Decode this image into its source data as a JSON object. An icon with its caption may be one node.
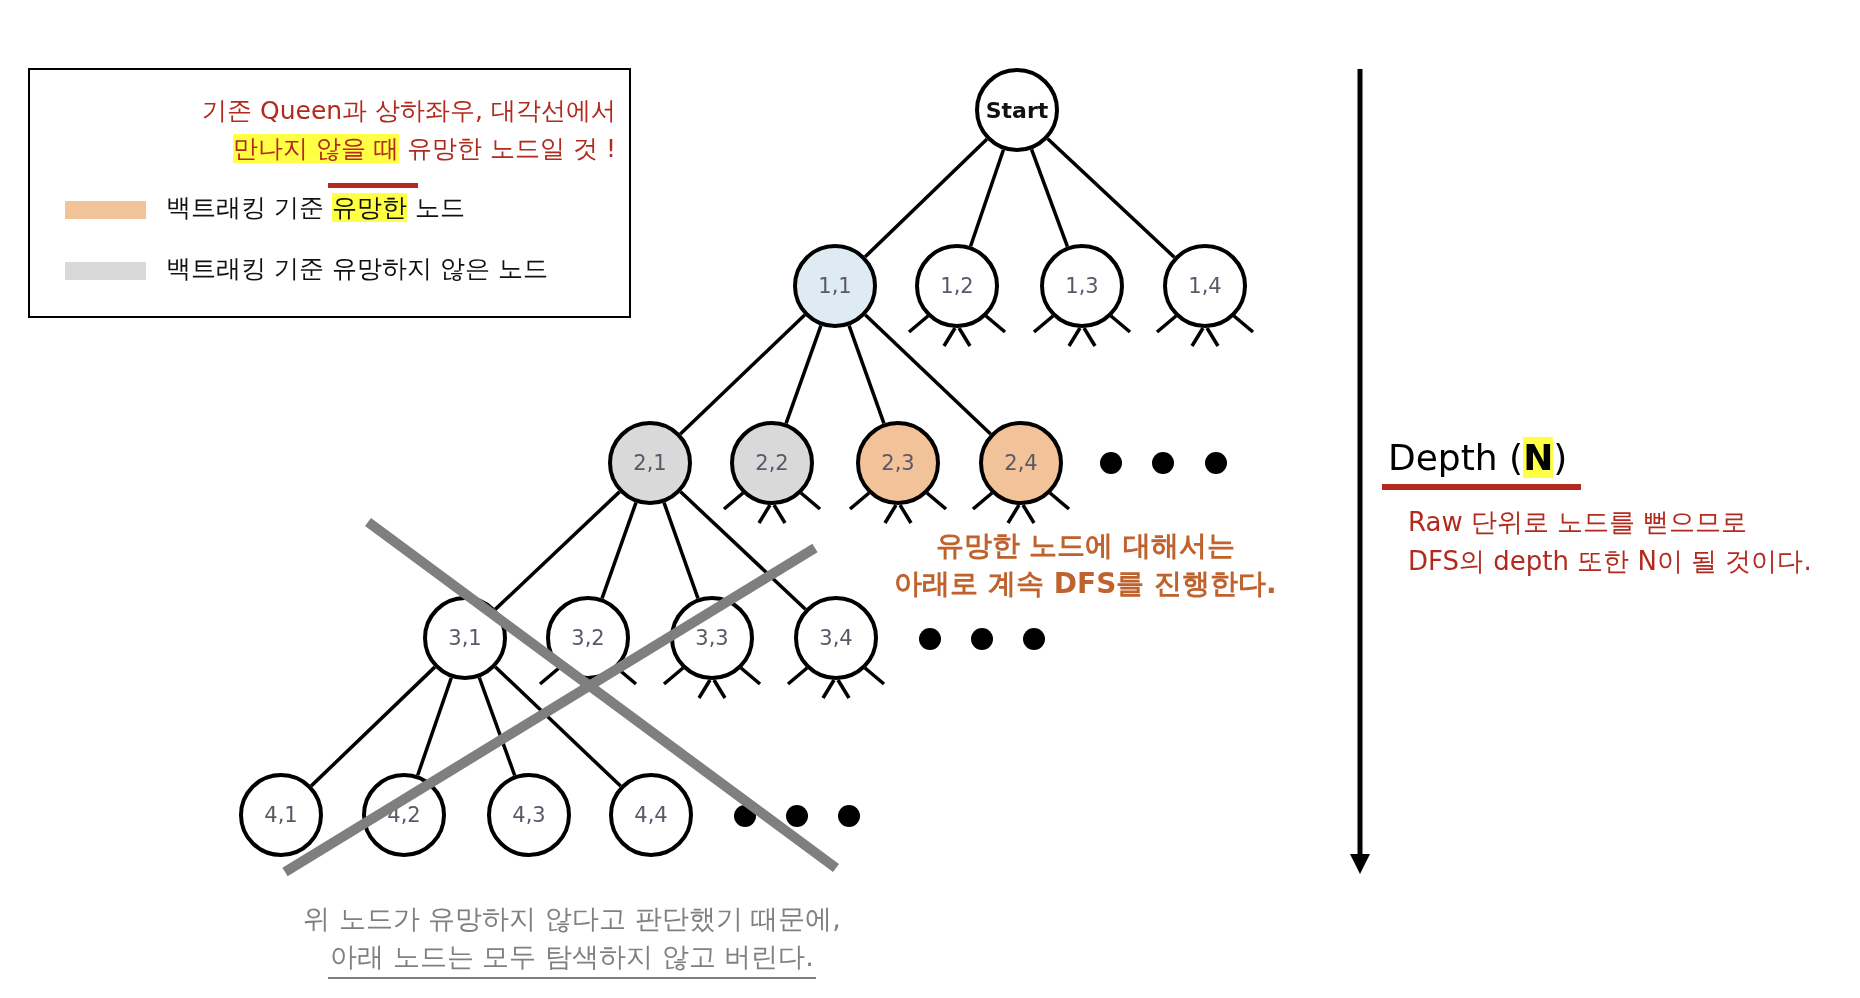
{
  "diagram": {
    "nodes": [
      {
        "text": [
          "Start"
        ]
      },
      {
        "text": [
          "1,1"
        ]
      },
      {
        "text": [
          "1,2"
        ]
      },
      {
        "text": [
          "1,3"
        ]
      },
      {
        "text": [
          "1,4"
        ]
      },
      {
        "text": [
          "2,1"
        ]
      },
      {
        "text": [
          "2,2"
        ]
      },
      {
        "text": [
          "2,3"
        ]
      },
      {
        "text": [
          "2,4"
        ]
      },
      {
        "text": [
          "3,1"
        ]
      },
      {
        "text": [
          "3,2"
        ]
      },
      {
        "text": [
          "3,3"
        ]
      },
      {
        "text": [
          "3,4"
        ]
      },
      {
        "text": [
          "4,1"
        ]
      },
      {
        "text": [
          "4,2"
        ]
      },
      {
        "text": [
          "4,3"
        ]
      },
      {
        "text": [
          "4,4"
        ]
      }
    ],
    "edges": [
      {
        "from": 0,
        "to": 1,
        "arrow": "none"
      },
      {
        "from": 0,
        "to": 2,
        "arrow": "none"
      },
      {
        "from": 0,
        "to": 3,
        "arrow": "none"
      },
      {
        "from": 0,
        "to": 4,
        "arrow": "none"
      },
      {
        "from": 1,
        "to": 5,
        "arrow": "none"
      },
      {
        "from": 1,
        "to": 6,
        "arrow": "none"
      },
      {
        "from": 1,
        "to": 7,
        "arrow": "none"
      },
      {
        "from": 1,
        "to": 8,
        "arrow": "none"
      },
      {
        "from": 5,
        "to": 9,
        "arrow": "none"
      },
      {
        "from": 5,
        "to": 10,
        "arrow": "none"
      },
      {
        "from": 5,
        "to": 11,
        "arrow": "none"
      },
      {
        "from": 5,
        "to": 12,
        "arrow": "none"
      },
      {
        "from": 9,
        "to": 13,
        "arrow": "none"
      },
      {
        "from": 9,
        "to": 14,
        "arrow": "none"
      },
      {
        "from": 9,
        "to": 15,
        "arrow": "none"
      },
      {
        "from": 9,
        "to": 16,
        "arrow": "none"
      }
    ],
    "labels": [
      "기존 Queen과 상하좌우, 대각선에서 **만나지 않을 때** 유망한 노드일 것 !",
      "유망한 노드에 대해서는 아래로 계속 DFS를 진행한다.",
      "Depth (**N**)",
      "Raw 단위로 노드를 뻗으므로 DFS의 depth 또한 N이 될 것이다.",
      "위 노드가 유망하지 않다고 판단했기 때문에, 아래 노드는 모두 탐색하지 않고 버린다."
    ],
    "legend": [
      {
        "text": "백트래킹 기준 **유망한** 노드",
        "color": "#f2c299"
      },
      {
        "text": "백트래킹 기준 유망하지 않은 노드",
        "color": "#d9d9d9"
      }
    ]
  }
}
